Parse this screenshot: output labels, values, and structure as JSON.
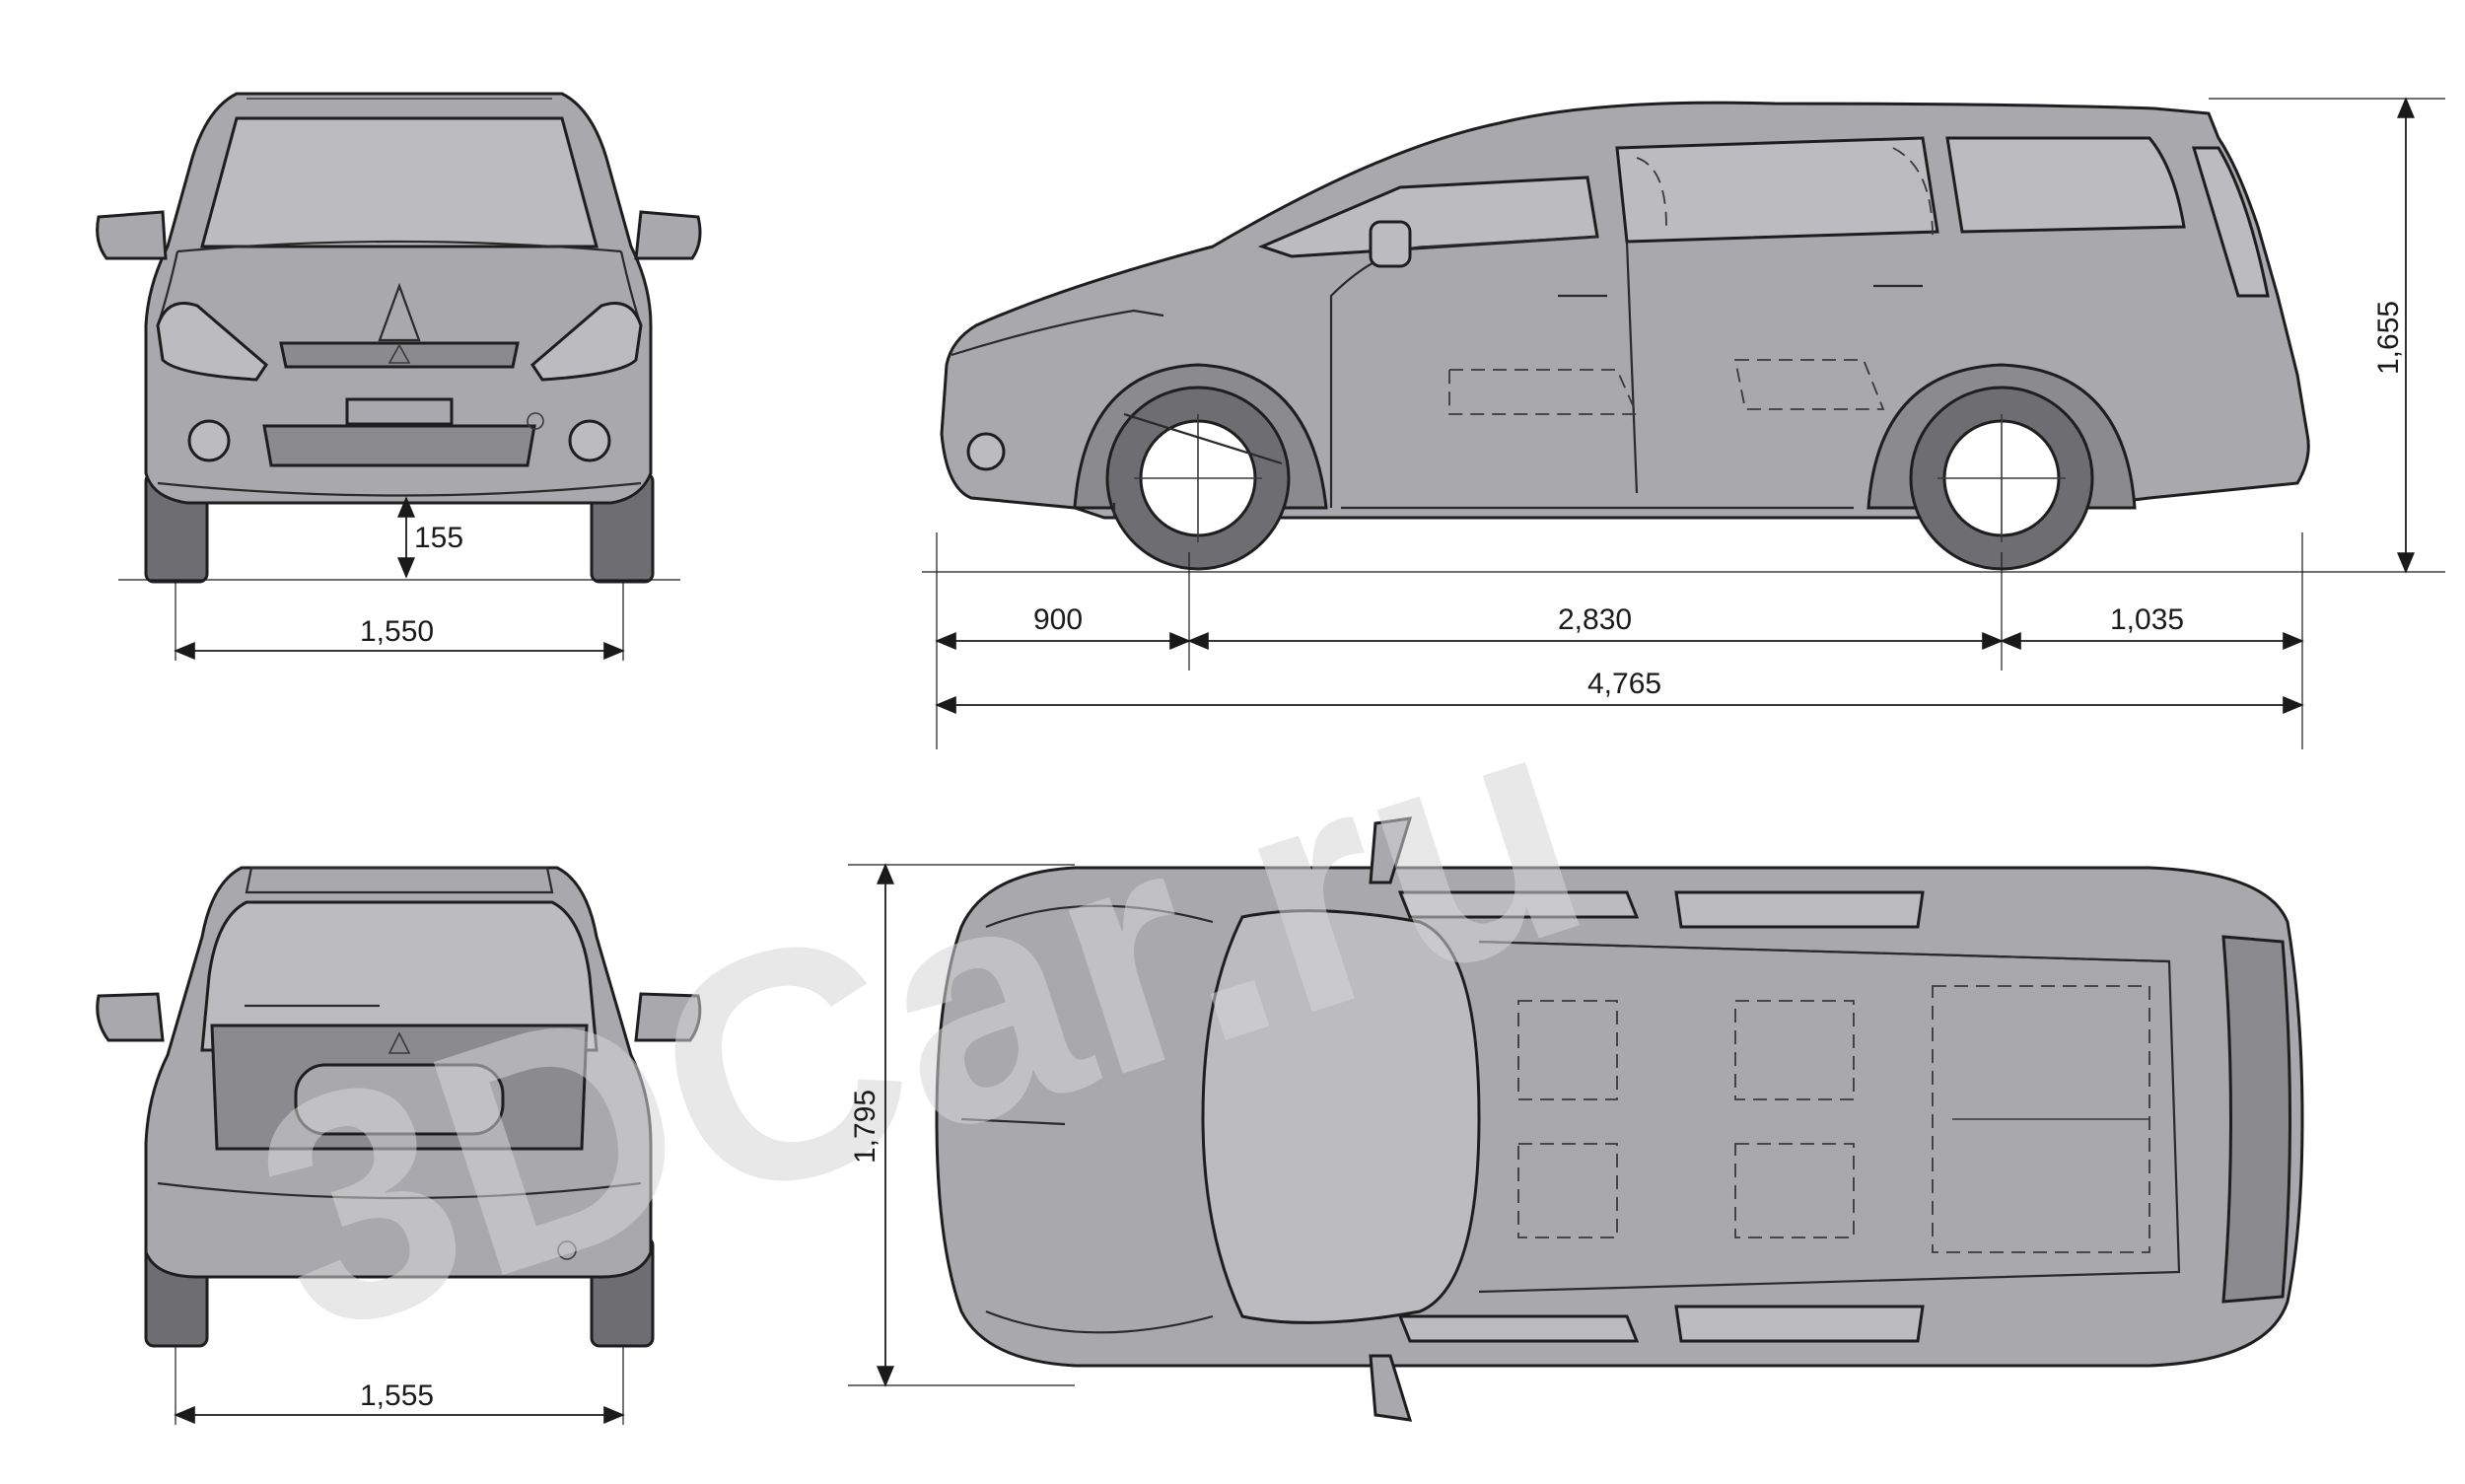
{
  "watermark": "3DCar.ru",
  "dimensions": {
    "front_track": "1,550",
    "ground_clearance": "155",
    "rear_track": "1,555",
    "front_overhang": "900",
    "wheelbase": "2,830",
    "rear_overhang": "1,035",
    "overall_length": "4,765",
    "overall_height": "1,655",
    "overall_width": "1,795"
  },
  "colors": {
    "body": "#a9a9ad",
    "tyre": "#6d6d72",
    "line": "#1e1e1e",
    "watermark": "#d6d6d6"
  }
}
